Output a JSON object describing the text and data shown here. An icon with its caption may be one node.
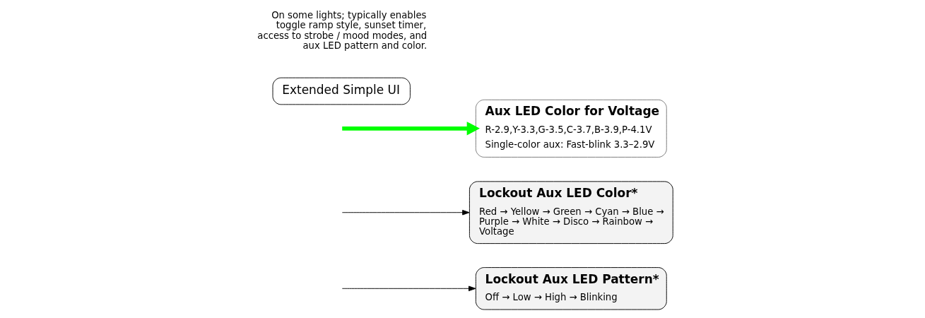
{
  "diagram": {
    "nodes": [
      {
        "text": [
          "Lockout Aux LED Pattern*",
          "Off → Low → High → Blinking"
        ]
      },
      {
        "text": [
          "Lockout Aux LED Color*",
          "Red → Yellow → Green → Cyan → Blue → Purple → White → Disco → Rainbow → Voltage"
        ]
      },
      {
        "text": [
          "Aux LED Color for Voltage",
          "R-2.9,Y-3.3,G-3.5,C-3.7,B-3.9,P-4.1V",
          "Single-color aux: Fast-blink 3.3–2.9V"
        ]
      },
      {
        "text": [
          "Extended Simple UI"
        ],
        "beside": [
          "On some lights; typically enables toggle ramp style, sunset timer, access to strobe / mood modes, and aux LED pattern and color."
        ]
      }
    ],
    "edges": [
      {
        "from": null,
        "to": 0,
        "arrow": "to"
      },
      {
        "from": null,
        "to": 1,
        "arrow": "to"
      },
      {
        "from": null,
        "to": 2,
        "arrow": "to",
        "style": "thick",
        "color": "#00ff00"
      }
    ]
  }
}
